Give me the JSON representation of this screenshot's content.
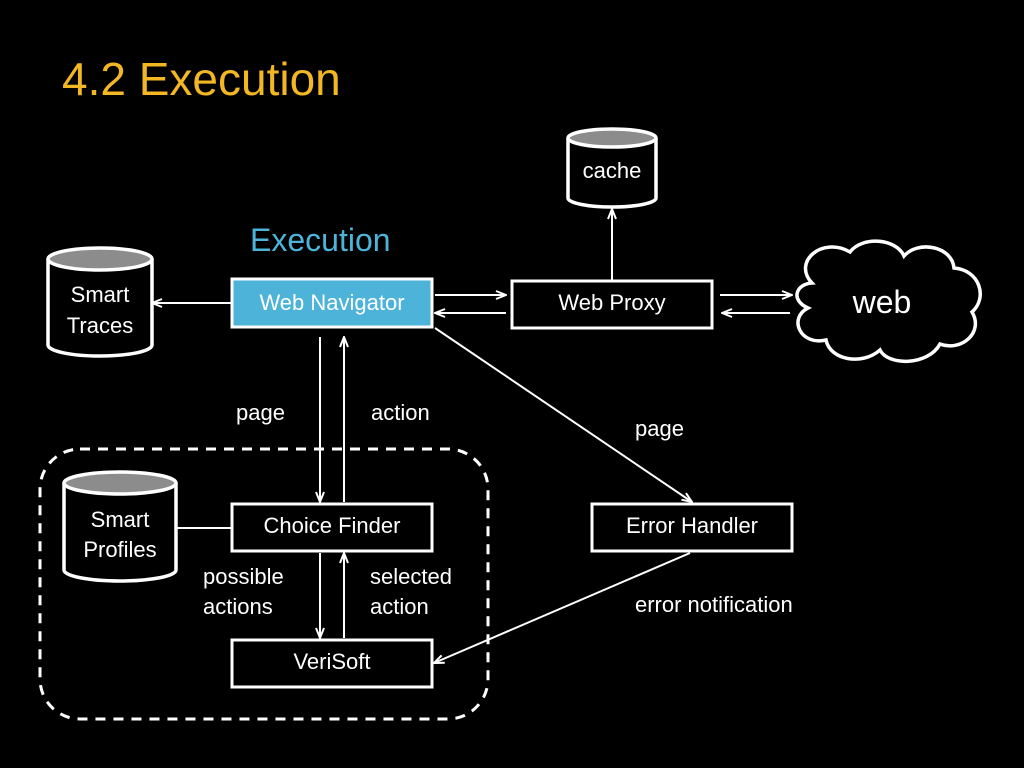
{
  "slide": {
    "title": "4.2 Execution",
    "section_label": "Execution"
  },
  "nodes": {
    "web_navigator": "Web Navigator",
    "web_proxy": "Web Proxy",
    "cache": "cache",
    "web": "web",
    "smart_traces": [
      "Smart",
      "Traces"
    ],
    "smart_profiles": [
      "Smart",
      "Profiles"
    ],
    "choice_finder": "Choice Finder",
    "error_handler": "Error Handler",
    "verisoft": "VeriSoft"
  },
  "edge_labels": {
    "page_left": "page",
    "action": "action",
    "page_right": "page",
    "possible_actions": [
      "possible",
      "actions"
    ],
    "selected_action": [
      "selected",
      "action"
    ],
    "error_notification": "error notification"
  },
  "colors": {
    "title": "#f2b722",
    "accent": "#4db3d9",
    "background": "#000000",
    "foreground": "#ffffff",
    "db_top": "#8c8c8c"
  }
}
